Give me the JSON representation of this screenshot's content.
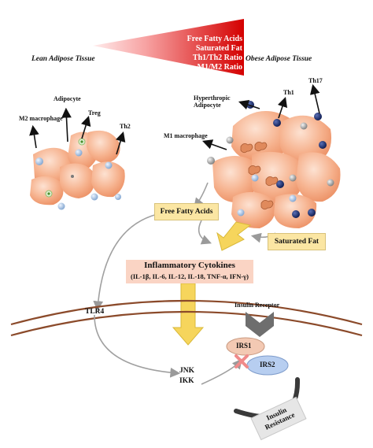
{
  "gradient": {
    "lines": [
      "Free Fatty Acids",
      "Saturated Fat",
      "Th1/Th2 Ratio",
      "M1/M2 Ratio"
    ],
    "color_start": "#ffe6e6",
    "color_end": "#d40000"
  },
  "lean": {
    "title": "Lean Adipose Tissue",
    "labels": {
      "m2": "M2 macrophage",
      "adipocyte": "Adipocyte",
      "treg": "Treg",
      "th2": "Th2"
    }
  },
  "obese": {
    "title": "Obese Adipose Tissue",
    "labels": {
      "hyper": [
        "Hyperthropic",
        "Adipocyte"
      ],
      "th1": "Th1",
      "th17": "Th17",
      "m1": "M1 macrophage"
    }
  },
  "boxes": {
    "ffa": "Free Fatty Acids",
    "satfat": "Saturated Fat"
  },
  "cytokines": {
    "title": "Inflammatory Cytokines",
    "list": "(IL-1β, IL-6, IL-12, IL-18, TNF-α, IFN-γ)"
  },
  "pathway": {
    "tlr4": "TLR4",
    "insulin_receptor": "Insulin Receptor",
    "irs1": "IRS1",
    "irs2": "IRS2",
    "jnk": "JNK",
    "ikk": "IKK",
    "resistance": [
      "Insulin",
      "Resistance"
    ]
  },
  "colors": {
    "adipocyte": "#f5a883",
    "membrane": "#8b4a2a",
    "box": "#fbe6a3",
    "cytokine_box": "#fad4c4",
    "arrow_yellow": "#f6d55c",
    "irs1": "#f3c9b3",
    "irs2": "#b7cef0"
  }
}
